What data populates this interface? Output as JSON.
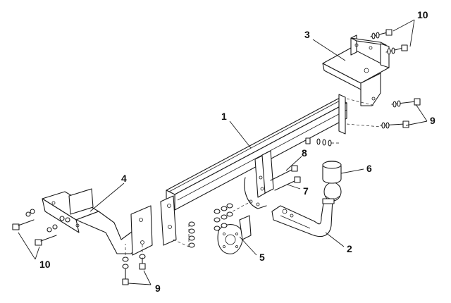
{
  "callouts": [
    {
      "id": "c1",
      "text": "1"
    },
    {
      "id": "c2",
      "text": "2"
    },
    {
      "id": "c3",
      "text": "3"
    },
    {
      "id": "c4",
      "text": "4"
    },
    {
      "id": "c5",
      "text": "5"
    },
    {
      "id": "c6",
      "text": "6"
    },
    {
      "id": "c7",
      "text": "7"
    },
    {
      "id": "c8",
      "text": "8"
    },
    {
      "id": "c9a",
      "text": "9"
    },
    {
      "id": "c9b",
      "text": "9"
    },
    {
      "id": "c10a",
      "text": "10"
    },
    {
      "id": "c10b",
      "text": "10"
    }
  ]
}
